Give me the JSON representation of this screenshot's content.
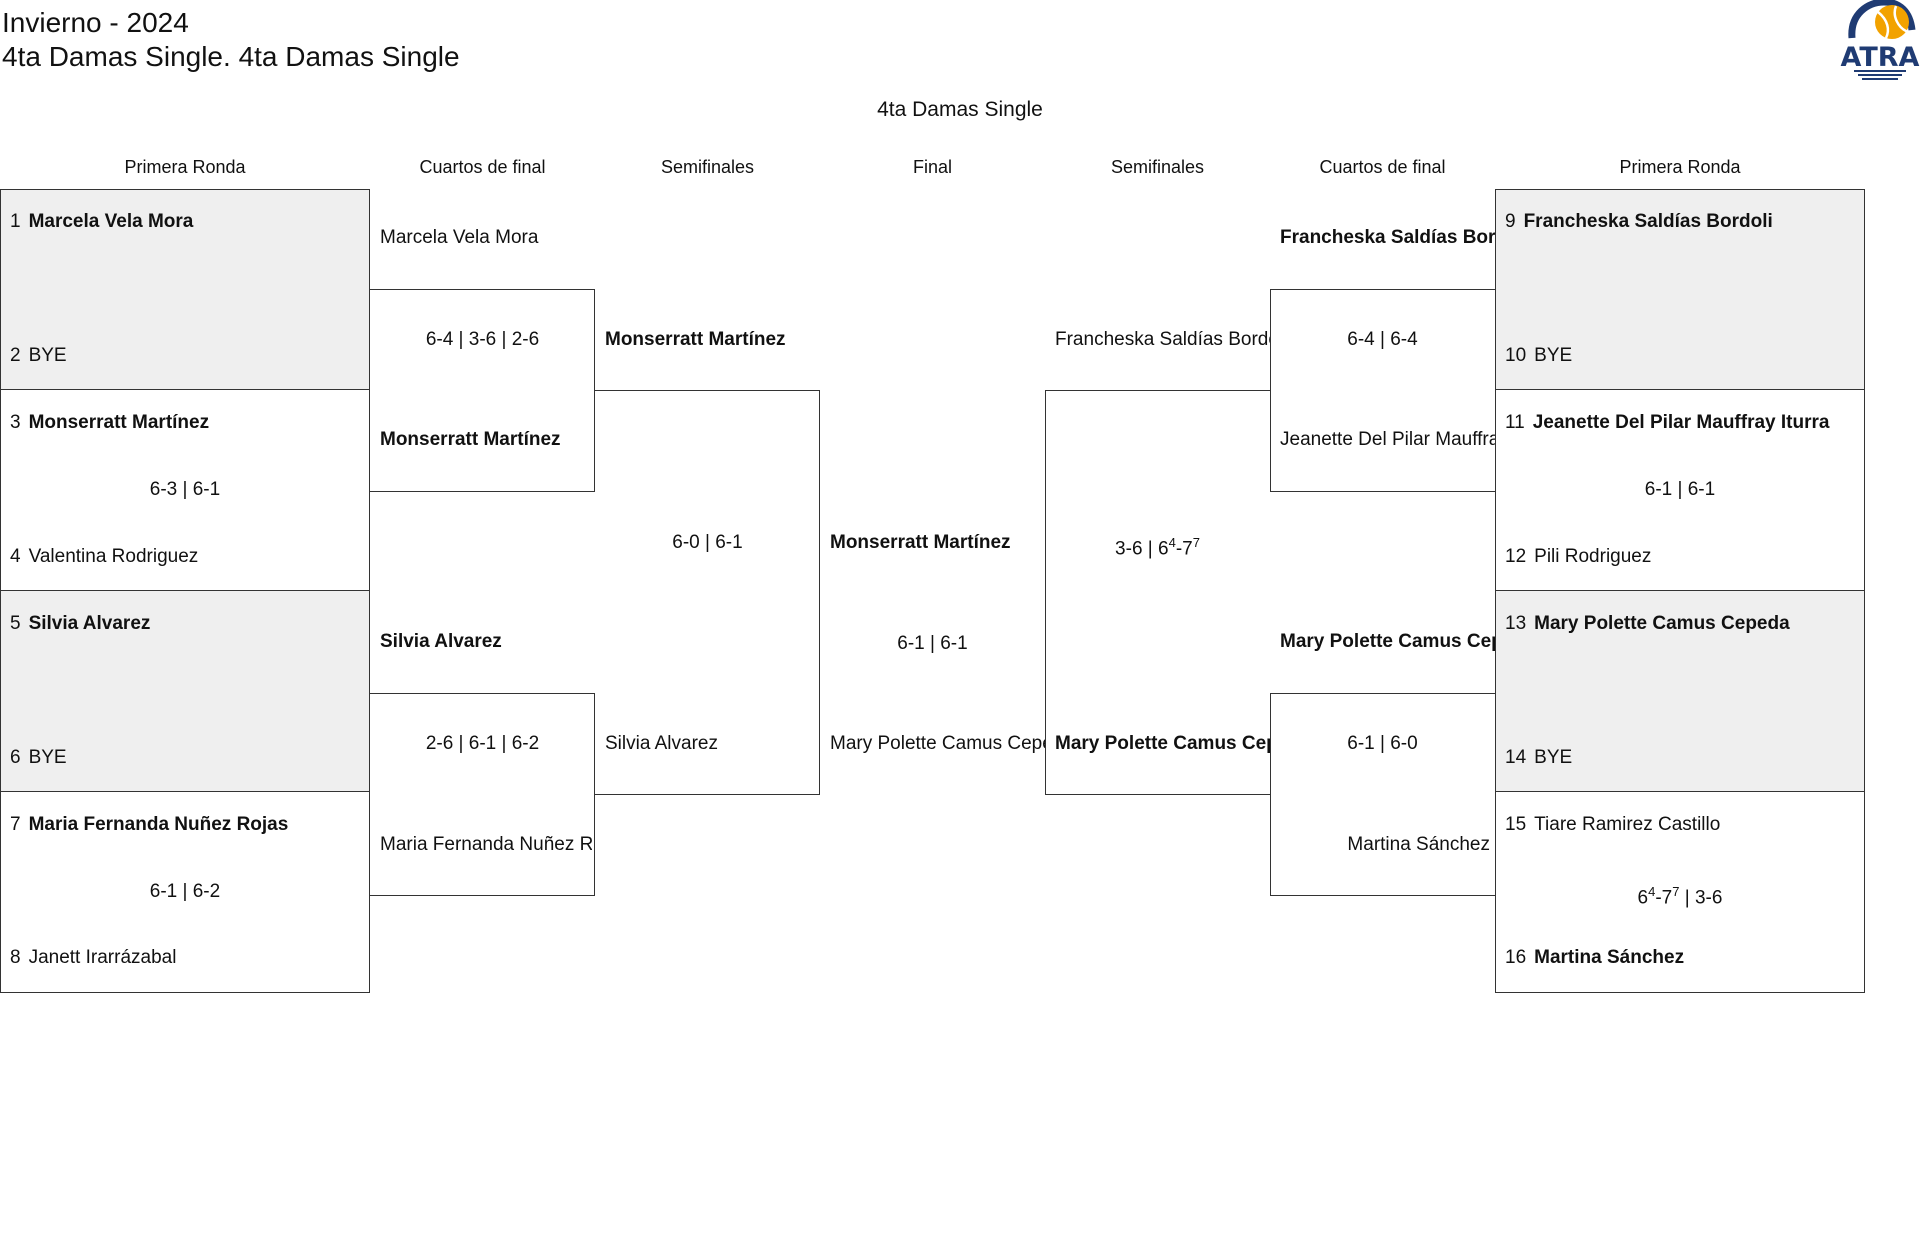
{
  "header": {
    "season": "Invierno - 2024",
    "category": "4ta Damas Single. 4ta Damas Single"
  },
  "bracket_title": "4ta Damas Single",
  "logo": {
    "text": "ATRA",
    "color_primary": "#1f3b73",
    "color_accent": "#f2a200"
  },
  "rounds": {
    "left": [
      "Primera Ronda",
      "Cuartos de final",
      "Semifinales"
    ],
    "final": "Final",
    "right": [
      "Semifinales",
      "Cuartos de final",
      "Primera Ronda"
    ]
  },
  "first_round_left": [
    {
      "p1_seed": "1",
      "p1": "Marcela Vela Mora",
      "p2_seed": "2",
      "p2": "BYE",
      "score": ""
    },
    {
      "p1_seed": "3",
      "p1": "Monserratt Martínez",
      "p2_seed": "4",
      "p2": "Valentina Rodriguez",
      "score": "6-3 | 6-1"
    },
    {
      "p1_seed": "5",
      "p1": "Silvia Alvarez",
      "p2_seed": "6",
      "p2": "BYE",
      "score": ""
    },
    {
      "p1_seed": "7",
      "p1": "Maria Fernanda Nuñez Rojas",
      "p2_seed": "8",
      "p2": "Janett Irarrázabal",
      "score": "6-1 | 6-2"
    }
  ],
  "first_round_right": [
    {
      "p1_seed": "9",
      "p1": "Francheska Saldías Bordoli",
      "p2_seed": "10",
      "p2": "BYE",
      "score": ""
    },
    {
      "p1_seed": "11",
      "p1": "Jeanette Del Pilar Mauffray Iturra",
      "p2_seed": "12",
      "p2": "Pili Rodriguez",
      "score": "6-1 | 6-1"
    },
    {
      "p1_seed": "13",
      "p1": "Mary Polette Camus Cepeda",
      "p2_seed": "14",
      "p2": "BYE",
      "score": ""
    },
    {
      "p1_seed": "15",
      "p1": "Tiare Ramirez Castillo",
      "p2_seed": "16",
      "p2": "Martina Sánchez",
      "score_main": "6",
      "score_sup1": "4",
      "score_mid": "-7",
      "score_sup2": "7",
      "score_rest": " | 3-6"
    }
  ],
  "quarters_left": [
    {
      "p1": "Marcela Vela Mora",
      "p2": "Monserratt Martínez",
      "score": "6-4 | 3-6 | 2-6"
    },
    {
      "p1": "Silvia Alvarez",
      "p2": "Maria Fernanda Nuñez Rojas",
      "score": "2-6 | 6-1 | 6-2"
    }
  ],
  "quarters_right": [
    {
      "p1": "Francheska Saldías Bordoli",
      "p2": "Jeanette Del Pilar Mauffray Iturra",
      "score": "6-4 | 6-4"
    },
    {
      "p1": "Mary Polette Camus Cepeda",
      "p2": "Martina Sánchez",
      "score": "6-1 | 6-0"
    }
  ],
  "semi_left": {
    "p1": "Monserratt Martínez",
    "p2": "Silvia Alvarez",
    "score": "6-0 | 6-1"
  },
  "semi_right": {
    "p1": "Francheska Saldías Bordoli",
    "p2": "Mary Polette Camus Cepeda",
    "score_main": "3-6 | 6",
    "score_sup1": "4",
    "score_mid": "-7",
    "score_sup2": "7"
  },
  "final": {
    "p1": "Monserratt Martínez",
    "p2": "Mary Polette Camus Cepeda",
    "score": "6-1 | 6-1"
  }
}
